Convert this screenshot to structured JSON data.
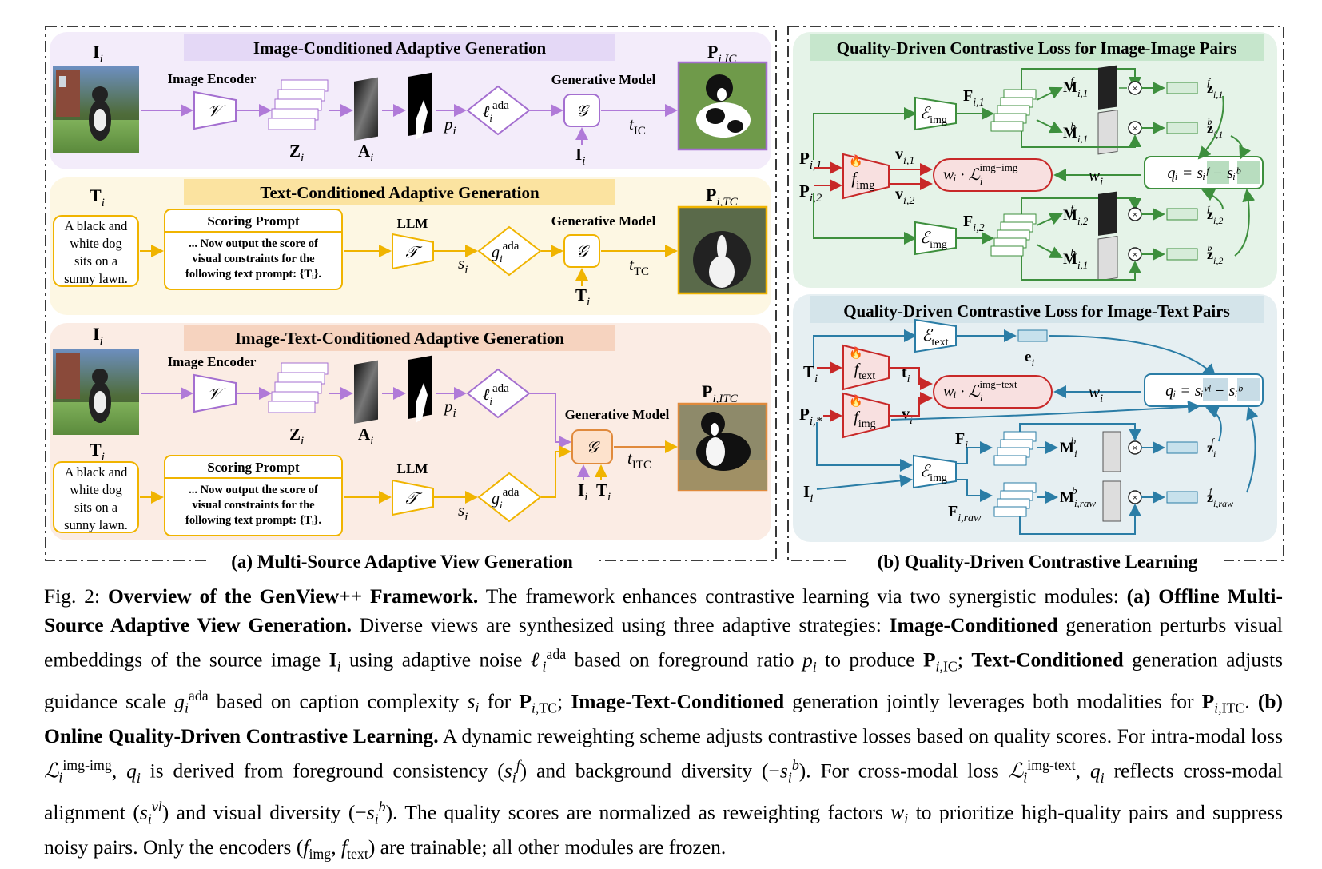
{
  "panel_a": {
    "caption": "(a) Multi-Source Adaptive View Generation",
    "row_ic": {
      "title": "Image-Conditioned Adaptive Generation",
      "input": "I",
      "encoder_label": "Image Encoder",
      "encoder_symbol": "𝒱",
      "z": "Z",
      "a": "A",
      "p": "p",
      "ell": "ℓ",
      "ell_sup": "ada",
      "gen_label": "Generative Model",
      "gen_symbol": "𝒢",
      "t": "t",
      "t_sub": "IC",
      "cond": "I",
      "output": "P",
      "output_sub": "i,IC"
    },
    "row_tc": {
      "title": "Text-Conditioned Adaptive Generation",
      "input": "T",
      "caption_text": [
        "A black and",
        "white dog",
        "sits on a",
        "sunny lawn."
      ],
      "prompt_title": "Scoring Prompt",
      "prompt_lines": [
        "... Now output the score of",
        "visual constraints for the",
        "following text prompt: {Tᵢ}."
      ],
      "llm_label": "LLM",
      "llm_symbol": "𝒯",
      "s": "s",
      "g": "g",
      "g_sup": "ada",
      "gen_label": "Generative Model",
      "gen_symbol": "𝒢",
      "t": "t",
      "t_sub": "TC",
      "cond": "T",
      "output": "P",
      "output_sub": "i,TC"
    },
    "row_itc": {
      "title": "Image-Text-Conditioned Adaptive Generation",
      "input_img": "I",
      "input_txt": "T",
      "encoder_label": "Image Encoder",
      "encoder_symbol": "𝒱",
      "z": "Z",
      "a": "A",
      "p": "p",
      "ell": "ℓ",
      "ell_sup": "ada",
      "caption_text": [
        "A black and",
        "white dog",
        "sits on a",
        "sunny lawn."
      ],
      "prompt_title": "Scoring Prompt",
      "prompt_lines": [
        "... Now output the score of",
        "visual constraints for the",
        "following text prompt: {Tᵢ}."
      ],
      "llm_label": "LLM",
      "llm_symbol": "𝒯",
      "s": "s",
      "g": "g",
      "g_sup": "ada",
      "gen_label": "Generative Model",
      "gen_symbol": "𝒢",
      "t": "t",
      "t_sub": "ITC",
      "cond_i": "I",
      "cond_t": "T",
      "output": "P",
      "output_sub": "i,ITC"
    }
  },
  "panel_b": {
    "caption": "(b) Quality-Driven Contrastive Learning",
    "img_img": {
      "title": "Quality-Driven Contrastive Loss for Image-Image Pairs",
      "p1": "P",
      "p1_sub": "i,1",
      "p2": "P",
      "p2_sub": "i,2",
      "f": "f",
      "f_sub": "img",
      "v1": "v",
      "v1_sub": "i,1",
      "v2": "v",
      "v2_sub": "i,2",
      "loss_w": "wᵢ · ℒ",
      "loss_sub": "i",
      "loss_sup": "img−img",
      "w": "w",
      "w_sub": "i",
      "q": "qᵢ = sᵢᶠ − sᵢᵇ",
      "enc": "ℰ",
      "enc_sub": "img",
      "F1": "F",
      "F1_sub": "i,1",
      "F2": "F",
      "F2_sub": "i,2",
      "m1f": "M",
      "m1f_sub": "i,1",
      "m1f_sup": "f",
      "m1b": "M",
      "m1b_sub": "i,1",
      "m1b_sup": "b",
      "m2f": "M",
      "m2f_sub": "i,2",
      "m2f_sup": "f",
      "m2b": "M",
      "m2b_sub": "i,1",
      "m2b_sup": "b",
      "z1f": "z",
      "z1f_sub": "i,1",
      "z1f_sup": "f",
      "z1b": "z",
      "z1b_sub": "i,1",
      "z1b_sup": "b",
      "z2f": "z",
      "z2f_sub": "i,2",
      "z2f_sup": "f",
      "z2b": "z",
      "z2b_sub": "i,2",
      "z2b_sup": "b"
    },
    "img_text": {
      "title": "Quality-Driven Contrastive Loss for Image-Text Pairs",
      "enc_text": "ℰ",
      "enc_text_sub": "text",
      "e": "e",
      "e_sub": "i",
      "T": "T",
      "T_sub": "i",
      "ft": "f",
      "ft_sub": "text",
      "t": "t",
      "t_sub": "i",
      "P": "P",
      "P_sub": "i,*",
      "fi": "f",
      "fi_sub": "img",
      "v": "v",
      "v_sub": "i",
      "loss_w": "wᵢ · ℒ",
      "loss_sub": "i",
      "loss_sup": "img−text",
      "w": "w",
      "w_sub": "i",
      "q": "qᵢ = sᵢᵛˡ − sᵢᵇ",
      "I": "I",
      "I_sub": "i",
      "enc": "ℰ",
      "enc_sub": "img",
      "F": "F",
      "F_sub": "i",
      "Fraw": "F",
      "Fraw_sub": "i,raw",
      "mb": "M",
      "mb_sub": "i",
      "mb_sup": "b",
      "mraw": "M",
      "mraw_sub": "i,raw",
      "mraw_sup": "b",
      "zf": "z",
      "zf_sub": "i",
      "zf_sup": "f",
      "zraw": "z",
      "zraw_sub": "i,raw",
      "zraw_sup": "f"
    }
  },
  "colors": {
    "purple": "#a46fd0",
    "purple_bg": "#f3ecfa",
    "purple_title": "#e4d8f6",
    "yellow": "#f0b400",
    "yellow_bg": "#fdf7e3",
    "yellow_title": "#fbe3a0",
    "orange": "#e08a3c",
    "orange_bg": "#fbece4",
    "orange_title": "#f6d3bf",
    "green": "#3d8f3d",
    "green_bg": "#e5f3e8",
    "green_title": "#c6e6cc",
    "blue": "#2b7da6",
    "blue_bg": "#e6eff2",
    "blue_title": "#d4e4ea",
    "red": "#c82828",
    "red_bg": "#f8e0e0"
  }
}
